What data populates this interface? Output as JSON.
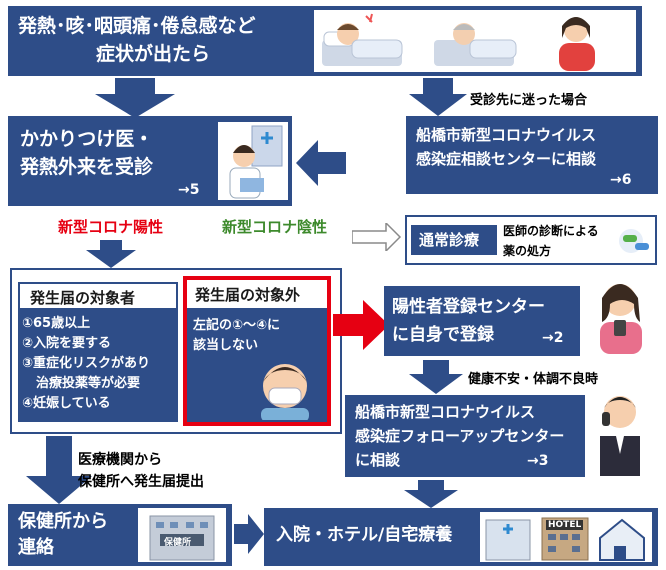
{
  "top_box": {
    "line1": "発熱･咳･咽頭痛･倦怠感など",
    "line2": "症状が出たら"
  },
  "label_confused": "受診先に迷った場合",
  "kakaritsuke": {
    "line1": "かかりつけ医・",
    "line2": "発熱外来を受診",
    "ref": "→5"
  },
  "consult_center": {
    "line1": "船橋市新型コロナウイルス",
    "line2": "感染症相談センターに相談",
    "ref": "→6"
  },
  "positive_label": "新型コロナ陽性",
  "negative_label": "新型コロナ陰性",
  "normal": {
    "title": "通常診療",
    "desc1": "医師の診断による",
    "desc2": "薬の処方"
  },
  "target": {
    "title": "発生届の対象者",
    "items": [
      "①65歳以上",
      "②入院を要する",
      "③重症化リスクがあり",
      "治療投薬等が必要",
      "④妊娠している"
    ]
  },
  "nontarget": {
    "title": "発生届の対象外",
    "line1": "左記の①～④に",
    "line2": "該当しない"
  },
  "register": {
    "line1": "陽性者登録センター",
    "line2": "に自身で登録",
    "ref": "→2"
  },
  "health_label": "健康不安・体調不良時",
  "followup": {
    "line1": "船橋市新型コロナウイルス",
    "line2": "感染症フォローアップセンター",
    "line3": "に相談",
    "ref": "→3"
  },
  "medical_note": {
    "line1": "医療機関から",
    "line2": "保健所へ発生届提出"
  },
  "health_center": {
    "line1": "保健所から",
    "line2": "連絡",
    "sign": "保健所"
  },
  "final": {
    "text": "入院・ホテル/自宅療養",
    "sign": "HOTEL"
  },
  "colors": {
    "navy": "#2e4d88",
    "red": "#e60012",
    "green": "#3d8a2c"
  }
}
